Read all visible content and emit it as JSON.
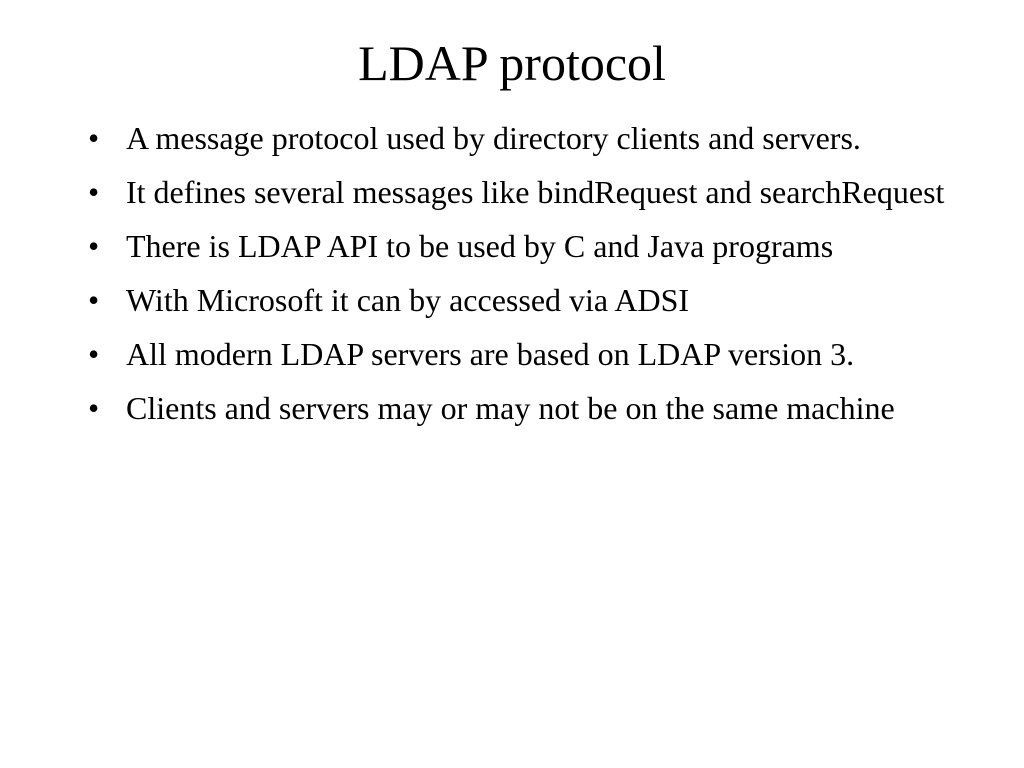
{
  "slide": {
    "title": "LDAP protocol",
    "bullet_symbol": "•",
    "bullets": [
      "A message protocol used by directory clients and servers.",
      "It defines several messages like bindRequest and searchRequest",
      "There is LDAP API to be used by C and Java programs",
      "With Microsoft it can by accessed via ADSI",
      "All modern LDAP servers are based on LDAP version 3.",
      "Clients and servers may or may not be on the same machine"
    ]
  }
}
